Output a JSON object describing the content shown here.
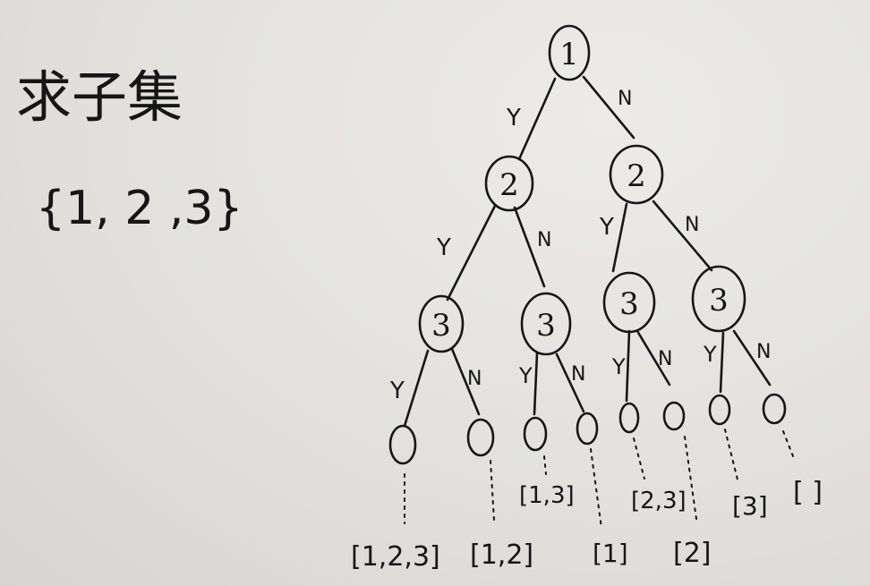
{
  "title": "求子集",
  "set_notation": "{1, 2 ,3}",
  "branch_yes": "Y",
  "branch_no": "N",
  "tree": {
    "root": {
      "label": "1"
    },
    "level2": [
      {
        "label": "2"
      },
      {
        "label": "2"
      }
    ],
    "level3": [
      {
        "label": "3"
      },
      {
        "label": "3"
      },
      {
        "label": "3"
      },
      {
        "label": "3"
      }
    ],
    "leaves": [
      {
        "subset": "[1,2,3]"
      },
      {
        "subset": "[1,2]"
      },
      {
        "subset": "[1,3]"
      },
      {
        "subset": "[1]"
      },
      {
        "subset": "[2,3]"
      },
      {
        "subset": "[2]"
      },
      {
        "subset": "[3]"
      },
      {
        "subset": "[ ]"
      }
    ]
  }
}
